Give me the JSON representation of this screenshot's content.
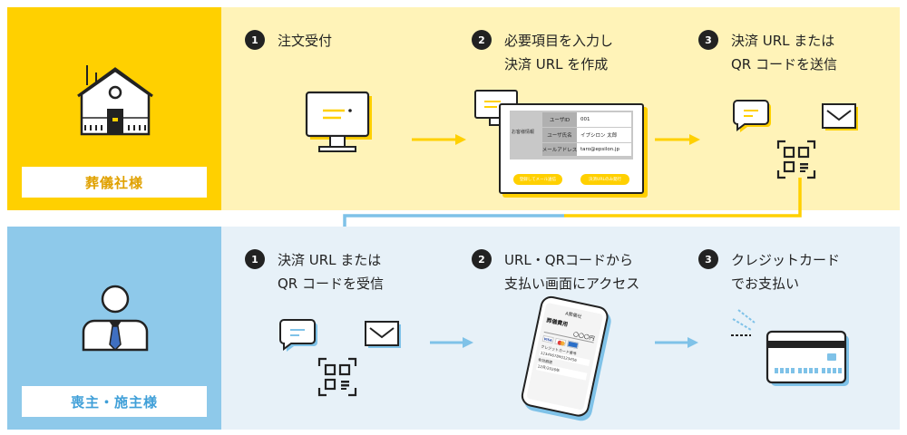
{
  "colors": {
    "yellow": "#ffd000",
    "pale_yellow": "#fff3b8",
    "blue": "#8ec9ea",
    "pale_blue": "#e7f1f8",
    "dark": "#222222"
  },
  "funeral": {
    "label": "葬儀社様",
    "icon": "funeral-home-icon",
    "steps": [
      {
        "num": "1",
        "lines": [
          "注文受付"
        ]
      },
      {
        "num": "2",
        "lines": [
          "必要項目を入力し",
          "決済 URL を作成"
        ]
      },
      {
        "num": "3",
        "lines": [
          "決済 URL または",
          "QR コードを送信"
        ]
      }
    ],
    "form": {
      "section": "お客様情報",
      "rows": [
        {
          "label": "ユーザID",
          "value": "001"
        },
        {
          "label": "ユーザ氏名",
          "value": "イプシロン 太郎"
        },
        {
          "label": "メールアドレス",
          "value": "taro@epsilon.jp"
        }
      ],
      "button_mail": "登録してメール送信",
      "button_url": "決済URLのみ発行"
    }
  },
  "customer": {
    "label": "喪主・施主様",
    "icon": "person-icon",
    "steps": [
      {
        "num": "1",
        "lines": [
          "決済 URL または",
          "QR コードを受信"
        ]
      },
      {
        "num": "2",
        "lines": [
          "URL・QRコードから",
          "支払い画面にアクセス"
        ]
      },
      {
        "num": "3",
        "lines": [
          "クレジットカード",
          "でお支払い"
        ]
      }
    ],
    "phone": {
      "store": "A葬儀社",
      "title": "葬儀費用",
      "amount": "〇〇〇円",
      "card_label": "クレジットカード番号",
      "card_number": "1234567890123456",
      "expiry_label": "有効期限",
      "expiry_value": "12月/2026年"
    }
  }
}
